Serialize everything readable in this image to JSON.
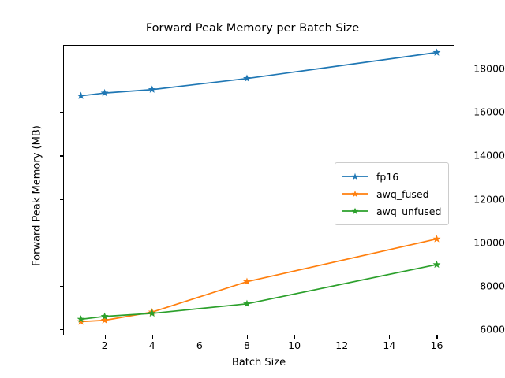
{
  "chart_data": {
    "type": "line",
    "title": "Forward Peak Memory per Batch Size",
    "xlabel": "Batch Size",
    "ylabel": "Forward Peak Memory (MB)",
    "x": [
      1,
      2,
      4,
      8,
      16
    ],
    "xlim": [
      0.25,
      16.75
    ],
    "ylim": [
      5700,
      19100
    ],
    "xticks": [
      2,
      4,
      6,
      8,
      10,
      12,
      14,
      16
    ],
    "xtick_labels": [
      "2",
      "4",
      "6",
      "8",
      "10",
      "12",
      "14",
      "16"
    ],
    "yticks": [
      6000,
      8000,
      10000,
      12000,
      14000,
      16000,
      18000
    ],
    "ytick_labels": [
      "6000",
      "8000",
      "10000",
      "12000",
      "14000",
      "16000",
      "18000"
    ],
    "grid": false,
    "legend_position": "center right",
    "marker": "star",
    "series": [
      {
        "name": "fp16",
        "color": "#1f77b4",
        "values": [
          16750,
          16880,
          17040,
          17550,
          18750
        ]
      },
      {
        "name": "awq_fused",
        "color": "#ff7f0e",
        "values": [
          6340,
          6400,
          6780,
          8180,
          10150
        ]
      },
      {
        "name": "awq_unfused",
        "color": "#2ca02c",
        "values": [
          6450,
          6580,
          6720,
          7160,
          8970
        ]
      }
    ]
  },
  "legend": {
    "entries": [
      {
        "label": "fp16"
      },
      {
        "label": "awq_fused"
      },
      {
        "label": "awq_unfused"
      }
    ]
  }
}
